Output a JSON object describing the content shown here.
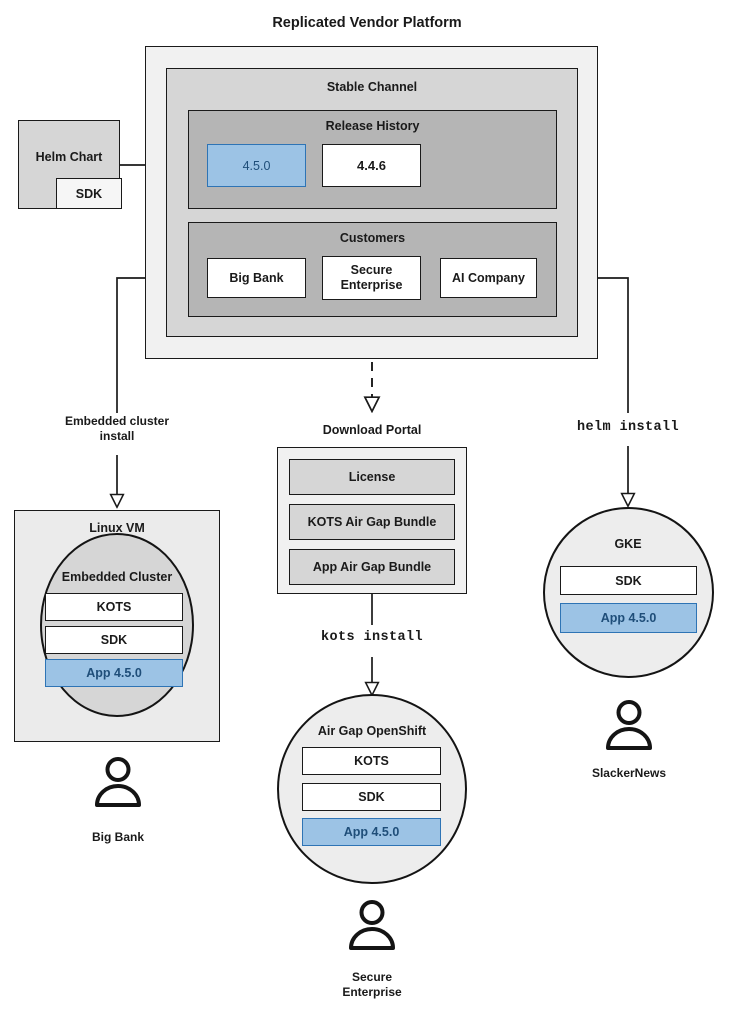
{
  "diagram": {
    "title": "Replicated Vendor Platform",
    "colors": {
      "app_blue_fill": "#9CC3E5",
      "app_blue_border": "#2E74B5",
      "app_blue_text": "#1F4E79",
      "platform_bg": "#F1F1F1",
      "channel_bg": "#D6D6D6",
      "section_bg": "#B5B5B5",
      "white": "#FFFFFF",
      "stroke": "#1A1A1A",
      "vm_bg": "#EBEBEB",
      "cluster_bg": "#D6D6D6"
    }
  },
  "helm_chart": {
    "label": "Helm Chart",
    "sdk_label": "SDK"
  },
  "platform": {
    "channel": {
      "label": "Stable Channel",
      "release_history": {
        "label": "Release History",
        "releases": [
          {
            "version": "4.5.0",
            "highlighted": true
          },
          {
            "version": "4.4.6",
            "highlighted": false
          }
        ]
      },
      "customers": {
        "label": "Customers",
        "items": [
          {
            "name": "Big Bank"
          },
          {
            "name": "Secure\nEnterprise"
          },
          {
            "name": "AI Company"
          }
        ]
      }
    }
  },
  "edges": {
    "embedded_cluster_install": "Embedded cluster\ninstall",
    "helm_install": "helm install",
    "kots_install": "kots install"
  },
  "download_portal": {
    "label": "Download Portal",
    "artifacts": [
      {
        "name": "License"
      },
      {
        "name": "KOTS Air Gap Bundle"
      },
      {
        "name": "App Air Gap Bundle"
      }
    ]
  },
  "targets": {
    "linux_vm": {
      "label": "Linux VM",
      "cluster_label": "Embedded Cluster",
      "components": [
        {
          "name": "KOTS",
          "highlighted": false
        },
        {
          "name": "SDK",
          "highlighted": false
        },
        {
          "name": "App 4.5.0",
          "highlighted": true
        }
      ],
      "persona": "Big Bank"
    },
    "airgap_openshift": {
      "label": "Air Gap OpenShift",
      "components": [
        {
          "name": "KOTS",
          "highlighted": false
        },
        {
          "name": "SDK",
          "highlighted": false
        },
        {
          "name": "App 4.5.0",
          "highlighted": true
        }
      ],
      "persona": "Secure\nEnterprise"
    },
    "gke": {
      "label": "GKE",
      "components": [
        {
          "name": "SDK",
          "highlighted": false
        },
        {
          "name": "App 4.5.0",
          "highlighted": true
        }
      ],
      "persona": "SlackerNews"
    }
  }
}
